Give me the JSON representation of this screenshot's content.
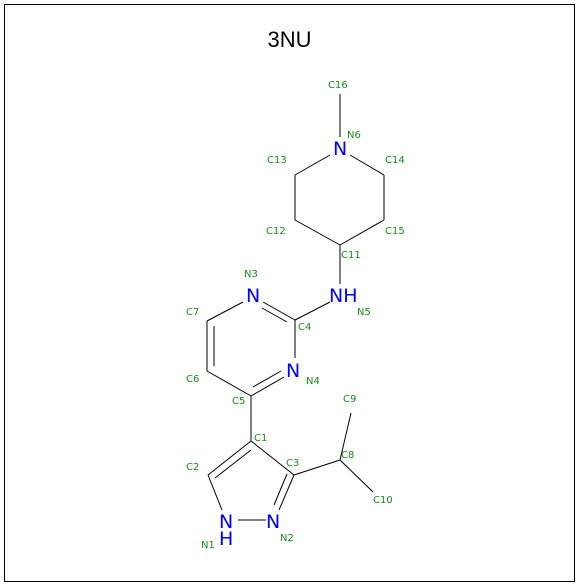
{
  "title": "3NU",
  "colors": {
    "nitrogen": "#0000ff",
    "atom_label": "#1a8c1a",
    "bond": "#000000"
  },
  "heteroatom_glyphs": {
    "n6": "N",
    "n3": "N",
    "n5": "NH",
    "n4": "N",
    "n1": "N",
    "n1_h": "H",
    "n2": "N"
  },
  "atom_labels": {
    "c16": "C16",
    "n6": "N6",
    "c13": "C13",
    "c14": "C14",
    "c12": "C12",
    "c15": "C15",
    "c11": "C11",
    "n3": "N3",
    "n5": "N5",
    "c7": "C7",
    "c4": "C4",
    "c6": "C6",
    "n4": "N4",
    "c5": "C5",
    "c9": "C9",
    "c1": "C1",
    "c2": "C2",
    "c3": "C3",
    "c8": "C8",
    "c10": "C10",
    "n1": "N1",
    "n2": "N2"
  }
}
